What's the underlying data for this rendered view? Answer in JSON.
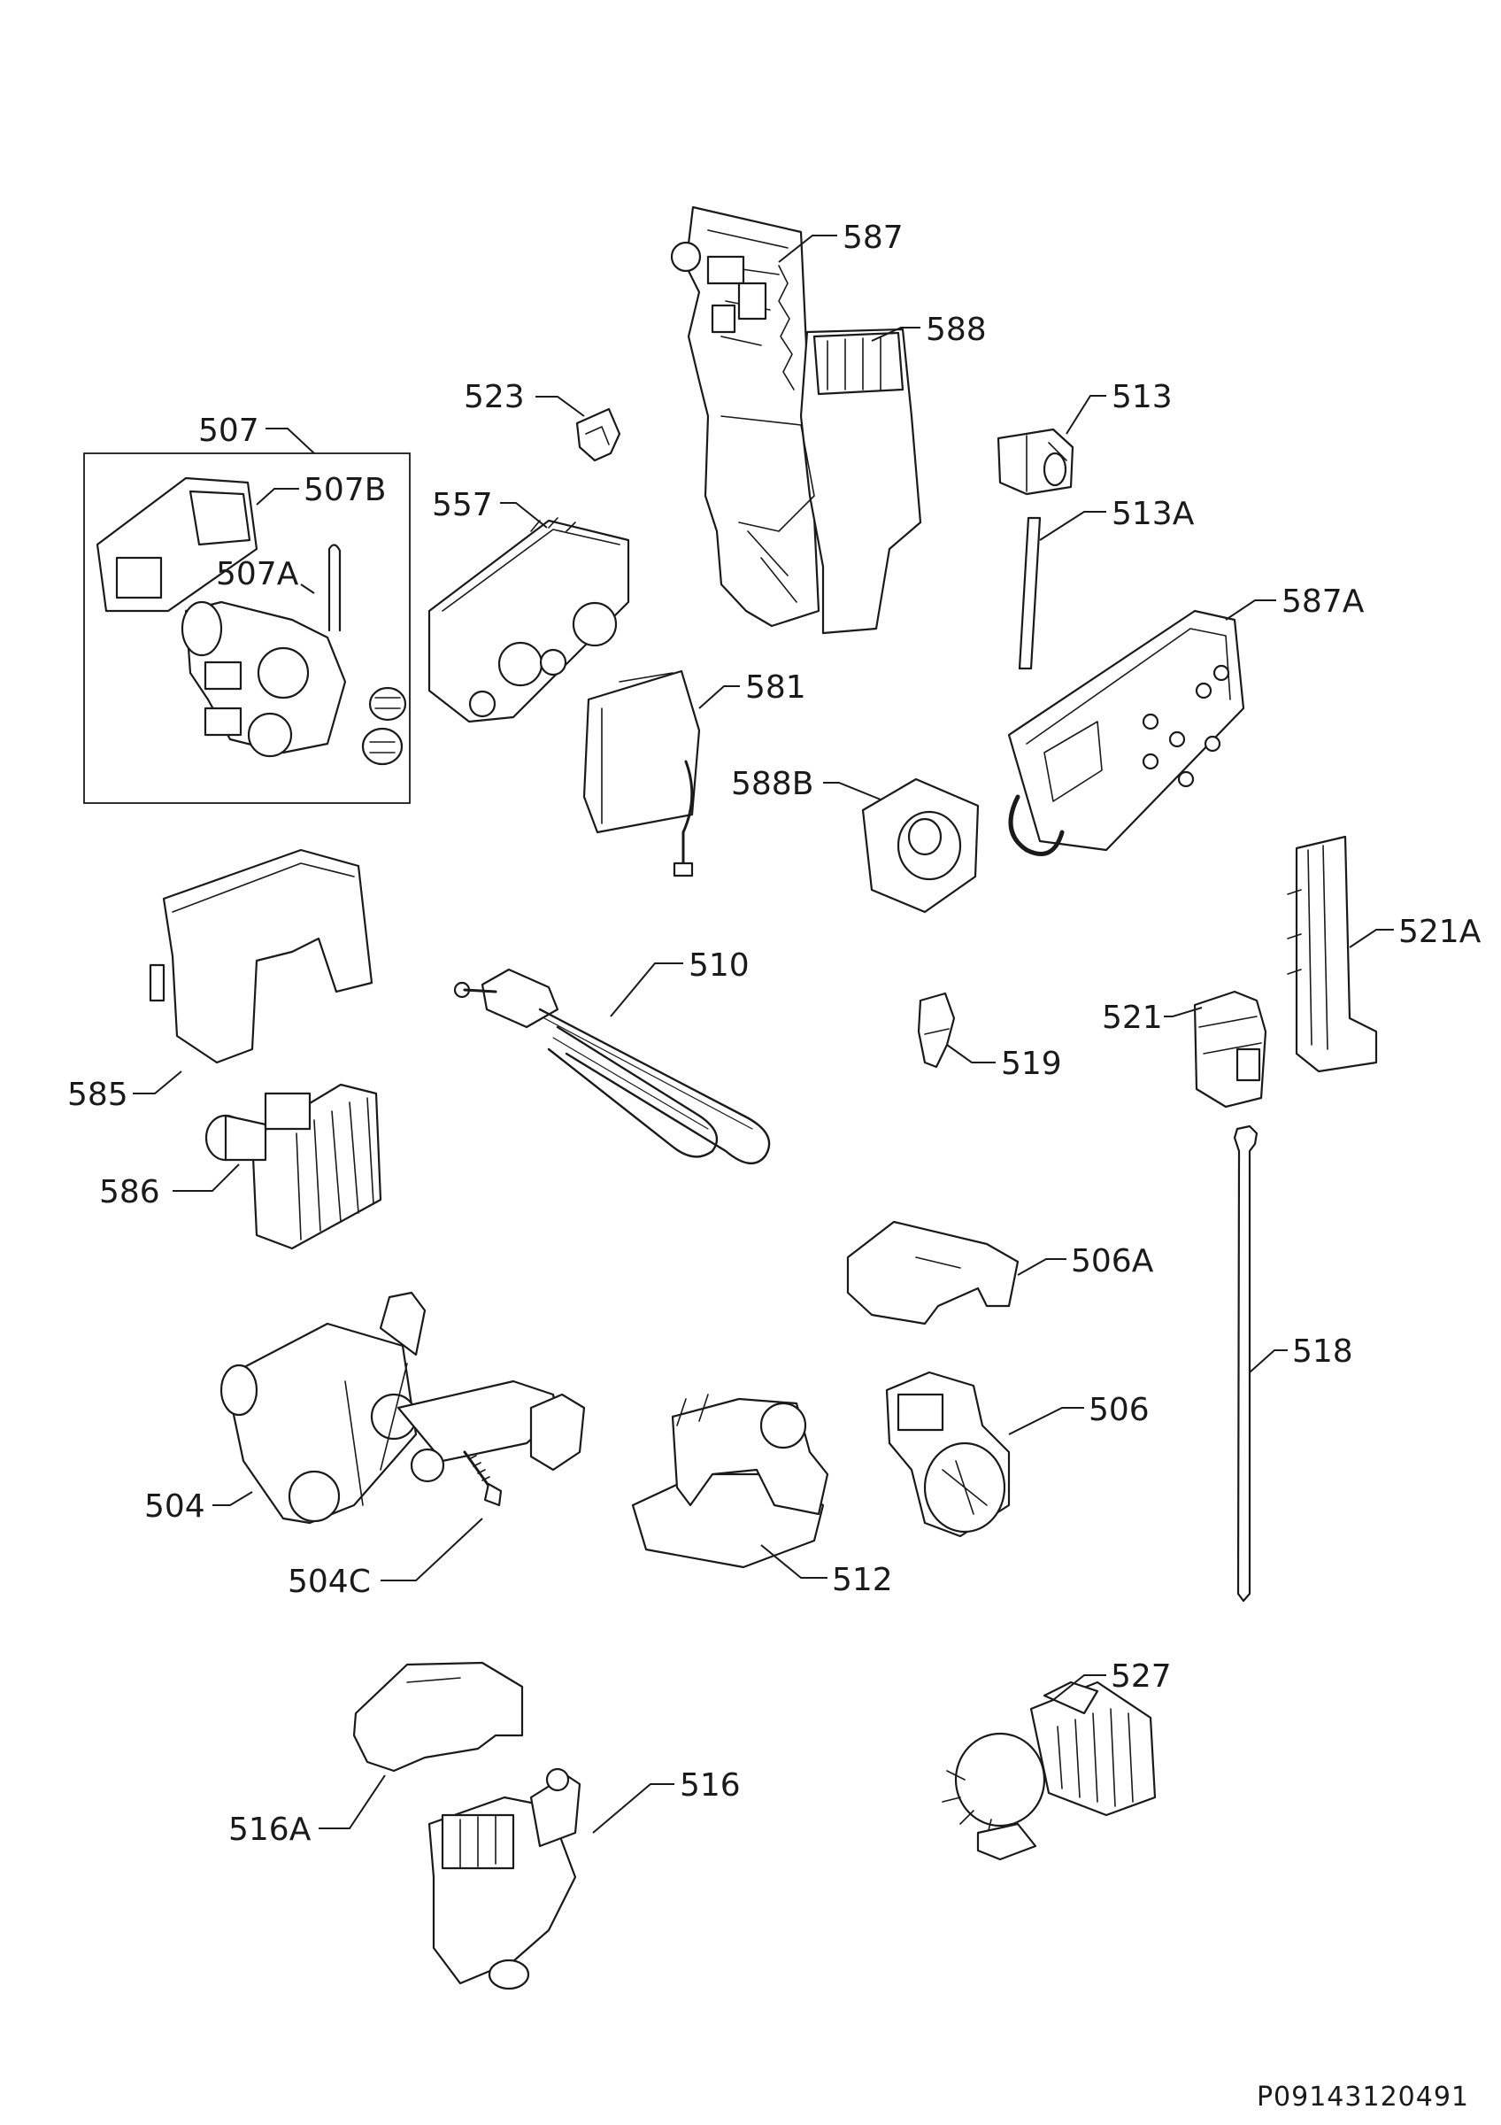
{
  "document_code": "P09143120491",
  "callouts": {
    "c587": "587",
    "c588": "588",
    "c523": "523",
    "c513": "513",
    "c507": "507",
    "c507B": "507B",
    "c557": "557",
    "c513A": "513A",
    "c507A": "507A",
    "c587A": "587A",
    "c581": "581",
    "c588B": "588B",
    "c521A": "521A",
    "c510": "510",
    "c521": "521",
    "c519": "519",
    "c585": "585",
    "c586": "586",
    "c506A": "506A",
    "c518": "518",
    "c506": "506",
    "c504": "504",
    "c504C": "504C",
    "c512": "512",
    "c527": "527",
    "c516": "516",
    "c516A": "516A"
  }
}
